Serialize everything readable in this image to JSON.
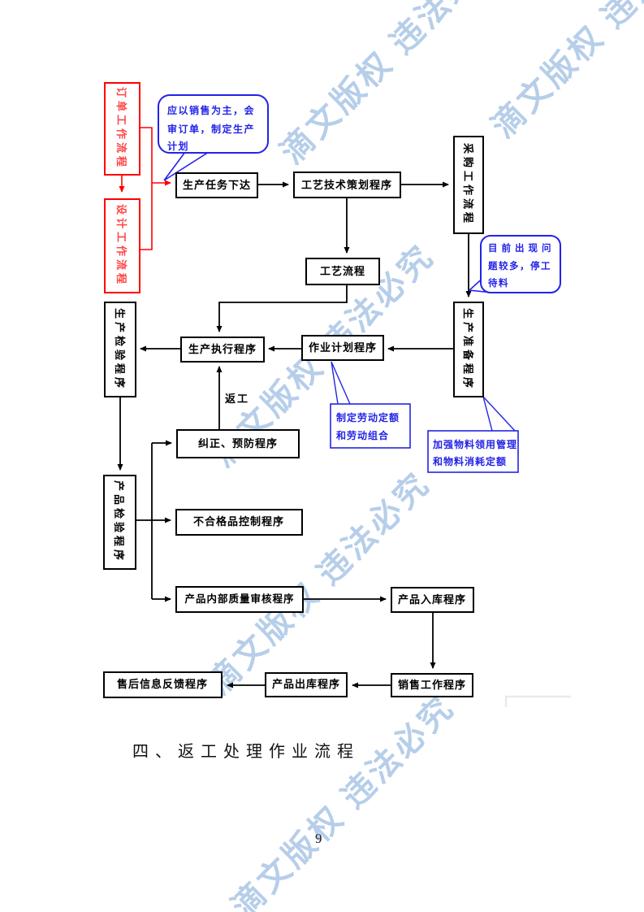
{
  "watermark": {
    "text": "滴文版权 违法必究",
    "color": "#a5c3e4"
  },
  "heading": {
    "section_title": "四、返工处理作业流程"
  },
  "page_number": "9",
  "colors": {
    "red": "#ff0000",
    "red_text": "#ff4444",
    "blue": "#2323e8",
    "black": "#000000"
  },
  "flow": {
    "order_flow": "订单工作流程",
    "design_flow": "设计工作流程",
    "purchase_flow": "采购工作流程",
    "production_prep": "生产准备程序",
    "production_inspection": "生产检验程序",
    "product_inspection": "产品检验程序",
    "production_task": "生产任务下达",
    "tech_planning": "工艺技术策划程序",
    "process_flow": "工艺流程",
    "production_execution": "生产执行程序",
    "job_planning": "作业计划程序",
    "corrective": "纠正、预防程序",
    "nonconforming": "不合格品控制程序",
    "internal_audit": "产品内部质量审核程序",
    "warehouse_in": "产品入库程序",
    "after_sales_feedback": "售后信息反馈程序",
    "warehouse_out": "产品出库程序",
    "sales_work": "销售工作程序",
    "rework_label": "返工"
  },
  "callouts": {
    "plan": {
      "lines": [
        "应以销售为主，会",
        "审订单，制定生产",
        "计划"
      ]
    },
    "delay": {
      "lines": [
        "目前出现问",
        "题较多，停工",
        "待料"
      ]
    },
    "labor": {
      "lines": [
        "制定劳动定额",
        "和劳动组合"
      ]
    },
    "material": {
      "lines": [
        "加强物料领用管理",
        "和物料消耗定额"
      ]
    }
  }
}
